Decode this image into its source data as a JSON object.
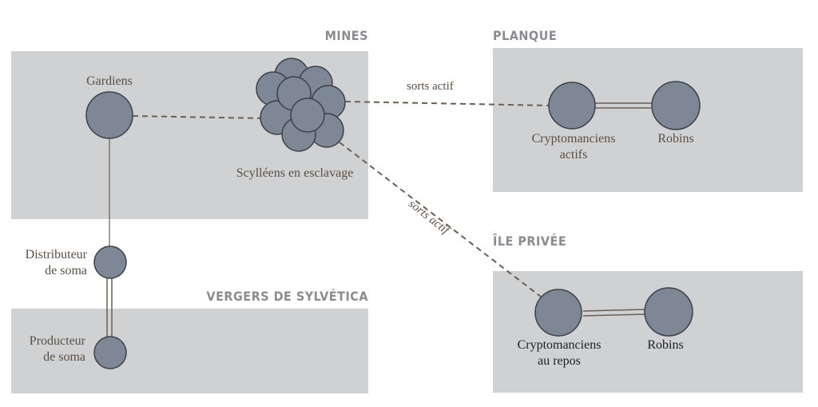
{
  "regions": {
    "mines": "MINES",
    "planque": "PLANQUE",
    "ile_privee": "ÎLE PRIVÉE",
    "vergers": "VERGERS DE SYLVÉTICA"
  },
  "nodes": {
    "gardiens": "Gardiens",
    "scylleens": "Scylléens en esclavage",
    "distributeur_l1": "Distributeur",
    "distributeur_l2": "de soma",
    "producteur_l1": "Producteur",
    "producteur_l2": "de soma",
    "crypto_actifs_l1": "Cryptomanciens",
    "crypto_actifs_l2": "actifs",
    "robins_planque": "Robins",
    "crypto_repos_l1": "Cryptomanciens",
    "crypto_repos_l2": "au repos",
    "robins_ile": "Robins"
  },
  "edges": {
    "sorts_actif_1": "sorts actif",
    "sorts_actif_2": "sorts actif"
  },
  "colors": {
    "panel": "#d0d1d3",
    "node_fill": "#7e8796",
    "node_stroke": "#3d4048",
    "line": "#6b5f54",
    "region_title": "#8b8c90"
  }
}
